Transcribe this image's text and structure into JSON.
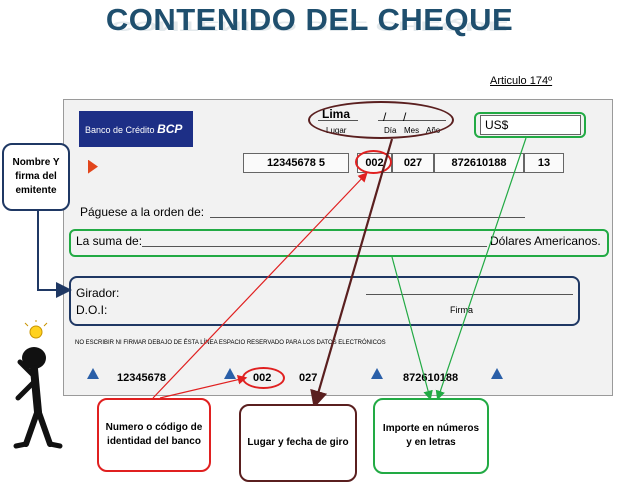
{
  "title": "CONTENIDO DEL CHEQUE",
  "article": "Articulo 174º",
  "cheque": {
    "bank_name": "Banco de Crédito",
    "bank_code_logo": "BCP",
    "place": "Lima",
    "place_label": "Lugar",
    "day_label": "Día",
    "month_label": "Mes",
    "year_label": "Año",
    "currency": "US$",
    "number_row": [
      "12345678  5",
      "002",
      "027",
      "872610188",
      "13"
    ],
    "payee_label": "Páguese a la orden de:",
    "amount_label": "La suma de:",
    "amount_currency": "Dólares Americanos.",
    "drawer_label": "Girador:",
    "doi_label": "D.O.I:",
    "signature_label": "Firma",
    "notice": "NO ESCRIBIR NI FIRMAR DEBAJO DE ÉSTA LÍNEA ESPACIO RESERVADO PARA LOS DATOS ELECTRÓNICOS",
    "micr": [
      "12345678",
      "002",
      "027",
      "872610188"
    ]
  },
  "callouts": {
    "emitter": "Nombre Y firma del emitente",
    "bank_code": "Numero o código de identidad del banco",
    "place_date": "Lugar y fecha de giro",
    "amount": "Importe en números y en letras"
  },
  "colors": {
    "title": "#1f4f6e",
    "navy": "#1f3864",
    "red": "#e02020",
    "brown": "#5a1f1f",
    "green": "#22aa44"
  }
}
